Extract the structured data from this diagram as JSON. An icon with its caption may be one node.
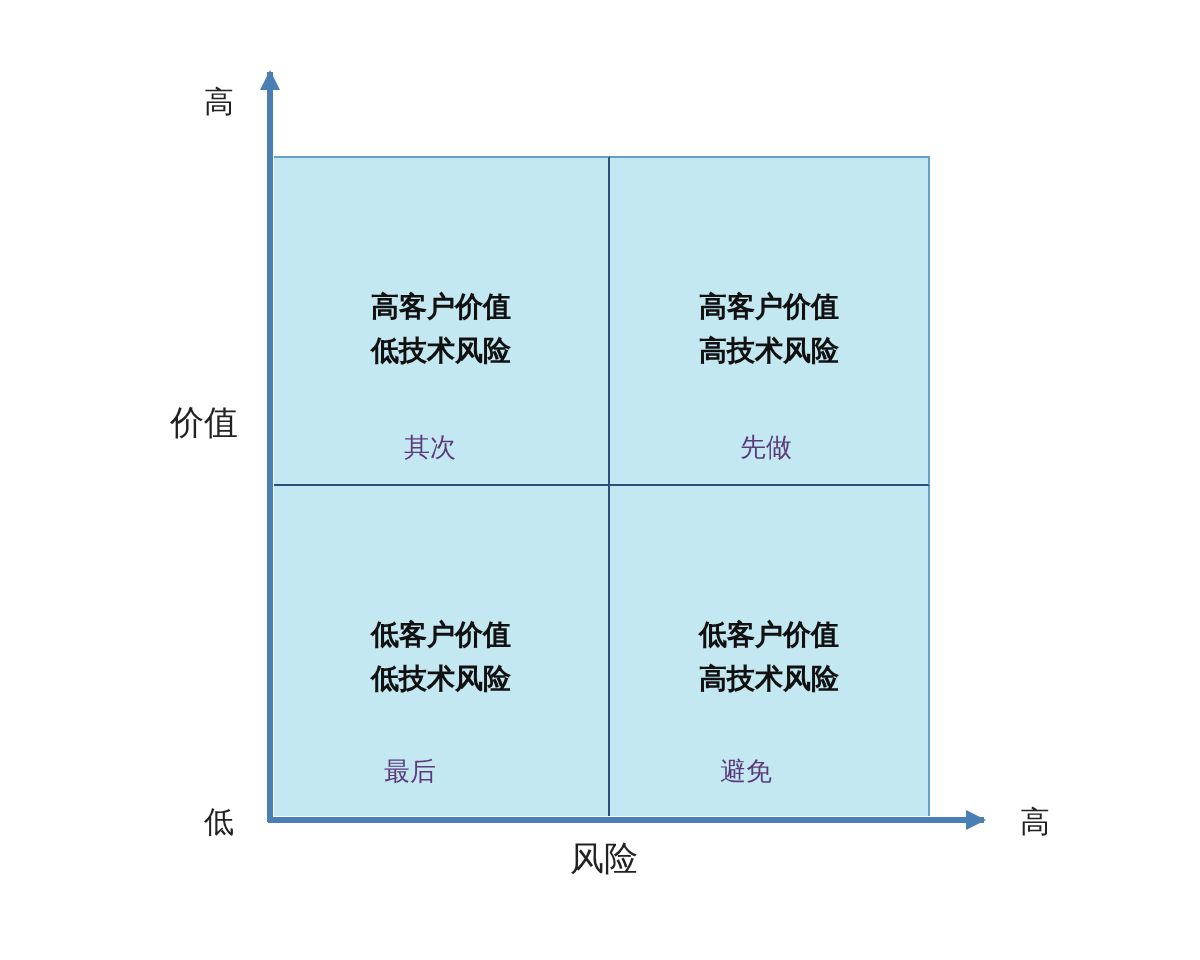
{
  "diagram": {
    "nodes": [
      {
        "text": [
          "高客户价值",
          "低技术风险",
          "其次"
        ]
      },
      {
        "text": [
          "高客户价值",
          "高技术风险",
          "先做"
        ]
      },
      {
        "text": [
          "低客户价值",
          "低技术风险",
          "最后"
        ]
      },
      {
        "text": [
          "低客户价值",
          "高技术风险",
          "避免"
        ]
      }
    ],
    "labels": [
      "高",
      "价值",
      "低",
      "高",
      "风险"
    ]
  }
}
